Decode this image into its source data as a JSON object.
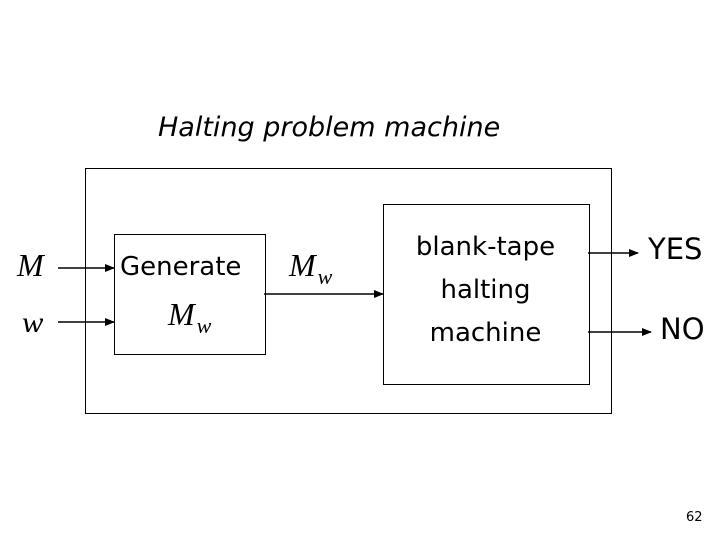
{
  "slide": {
    "title": "Halting problem machine",
    "page_number": "62"
  },
  "inputs": {
    "m": "M",
    "w": "w"
  },
  "generate_box": {
    "label": "Generate",
    "output_symbol": "M",
    "output_subscript": "w"
  },
  "middle": {
    "symbol": "M",
    "subscript": "w"
  },
  "blank_tape_box": {
    "line1": "blank-tape",
    "line2": "halting",
    "line3": "machine"
  },
  "outputs": {
    "yes": "YES",
    "no": "NO"
  }
}
